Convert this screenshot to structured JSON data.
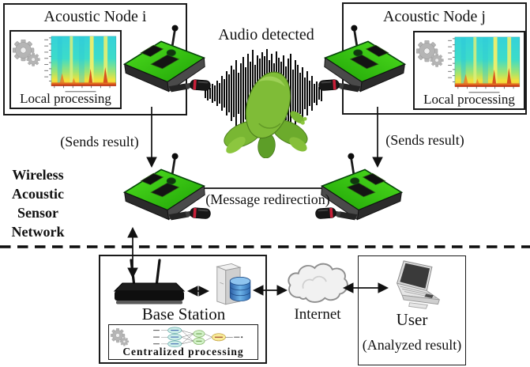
{
  "nodes": {
    "node_i": {
      "title": "Acoustic Node i",
      "local_label": "Local processing"
    },
    "node_j": {
      "title": "Acoustic Node j",
      "local_label": "Local processing"
    }
  },
  "center": {
    "audio_label": "Audio detected"
  },
  "labels": {
    "sends_result_left": "(Sends result)",
    "sends_result_right": "(Sends result)",
    "message_redirection": "(Message redirection)"
  },
  "network_label": {
    "line1": "Wireless",
    "line2": "Acoustic",
    "line3": "Sensor",
    "line4": "Network"
  },
  "bottom": {
    "base_station": "Base Station",
    "centralized": "Centralized processing",
    "internet": "Internet",
    "user": "User",
    "analyzed": "(Analyzed result)"
  },
  "icons": {
    "sensor_node": "green wireless sensor device with antenna and microphone",
    "microphone": "black microphone with red ring",
    "spectrogram": "cyan-yellow audio spectrogram thumbnail",
    "gears": "gray processing gears",
    "frog": "green frog emitting sound",
    "waveform": "black audio waveform",
    "router": "black base-station router with two antennas",
    "server_database": "server tower with blue database cylinders",
    "cloud": "gray internet cloud",
    "laptop": "user laptop",
    "neural_network": "small neural-network graph (cyan/green/yellow nodes)"
  },
  "colors": {
    "device_green": "#2ec40c",
    "mic_red": "#c81f38",
    "spectro_cyan": "#38d8d4",
    "spectro_yellow": "#f2e23c",
    "db_blue": "#3f7fc9",
    "ink": "#111111"
  },
  "waveform": {
    "bars": [
      6,
      9,
      7,
      12,
      10,
      16,
      13,
      22,
      18,
      28,
      24,
      35,
      30,
      42,
      26,
      38,
      46,
      33,
      50,
      40,
      55,
      36,
      48,
      44,
      52,
      47,
      56,
      42,
      50,
      38,
      53,
      45,
      40,
      48,
      34,
      44,
      50,
      30,
      42,
      36,
      26,
      33,
      20,
      28,
      16,
      22,
      12,
      15,
      8,
      10
    ]
  }
}
